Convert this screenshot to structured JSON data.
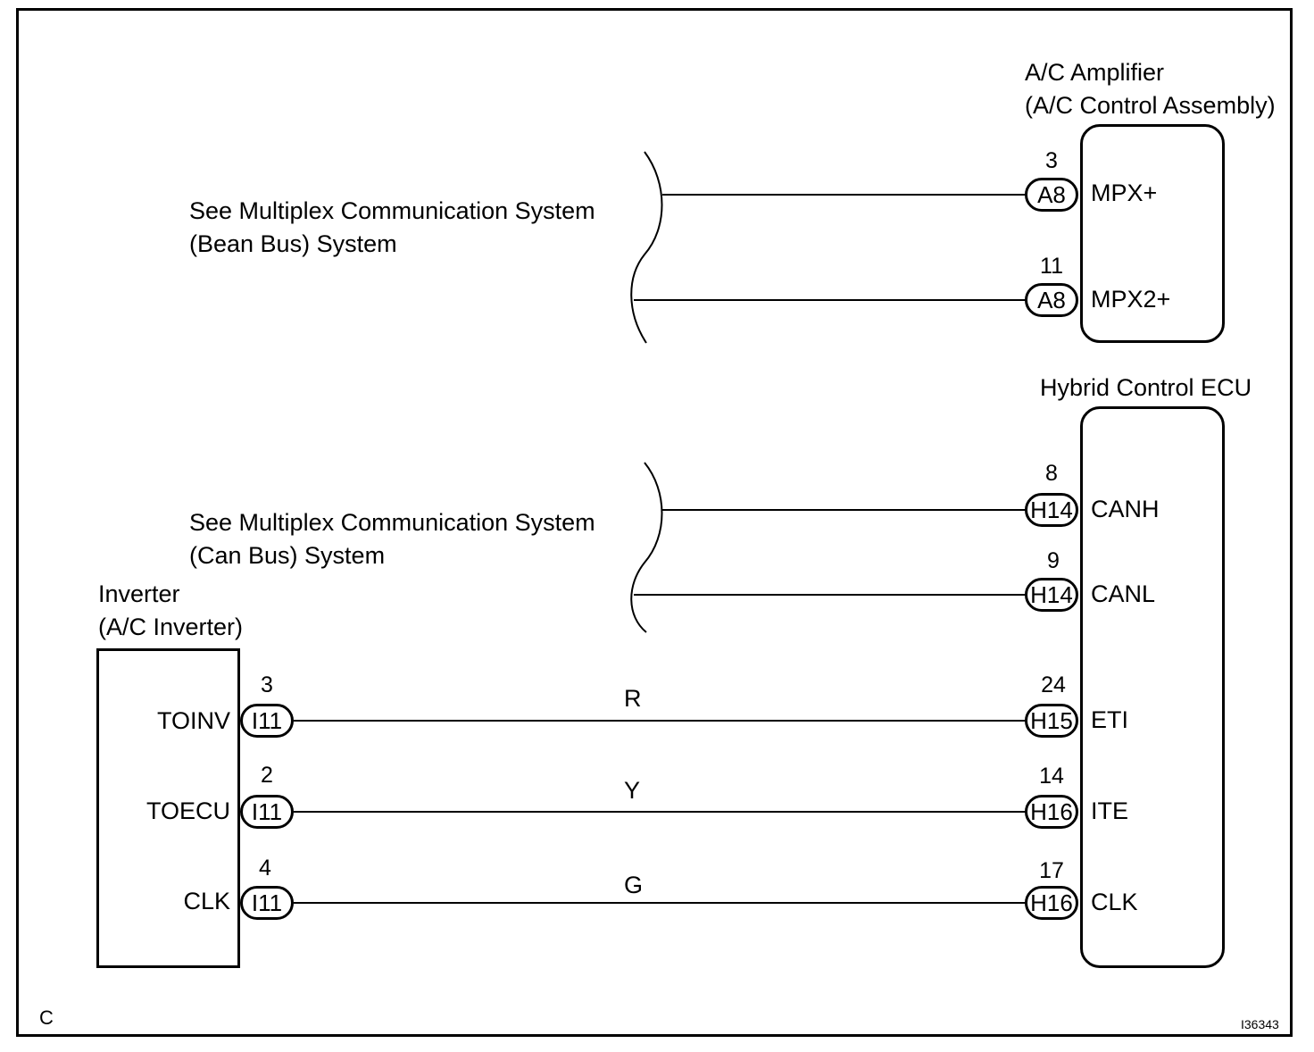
{
  "ac_amplifier": {
    "title_line1": "A/C Amplifier",
    "title_line2": "(A/C Control Assembly)",
    "pins": [
      {
        "pin": "3",
        "connector": "A8",
        "signal": "MPX+"
      },
      {
        "pin": "11",
        "connector": "A8",
        "signal": "MPX2+"
      }
    ]
  },
  "hybrid_ecu": {
    "title": "Hybrid Control ECU",
    "pins": [
      {
        "pin": "8",
        "connector": "H14",
        "signal": "CANH"
      },
      {
        "pin": "9",
        "connector": "H14",
        "signal": "CANL"
      },
      {
        "pin": "24",
        "connector": "H15",
        "signal": "ETI"
      },
      {
        "pin": "14",
        "connector": "H16",
        "signal": "ITE"
      },
      {
        "pin": "17",
        "connector": "H16",
        "signal": "CLK"
      }
    ]
  },
  "inverter": {
    "title_line1": "Inverter",
    "title_line2": "(A/C Inverter)",
    "pins": [
      {
        "pin": "3",
        "connector": "I11",
        "signal": "TOINV"
      },
      {
        "pin": "2",
        "connector": "I11",
        "signal": "TOECU"
      },
      {
        "pin": "4",
        "connector": "I11",
        "signal": "CLK"
      }
    ]
  },
  "notes": {
    "bean_line1": "See Multiplex Communication System",
    "bean_line2": "(Bean Bus) System",
    "can_line1": "See Multiplex Communication System",
    "can_line2": "(Can Bus) System"
  },
  "wire_colors": [
    "R",
    "Y",
    "G"
  ],
  "corner_letter": "C",
  "figure_id": "I36343"
}
